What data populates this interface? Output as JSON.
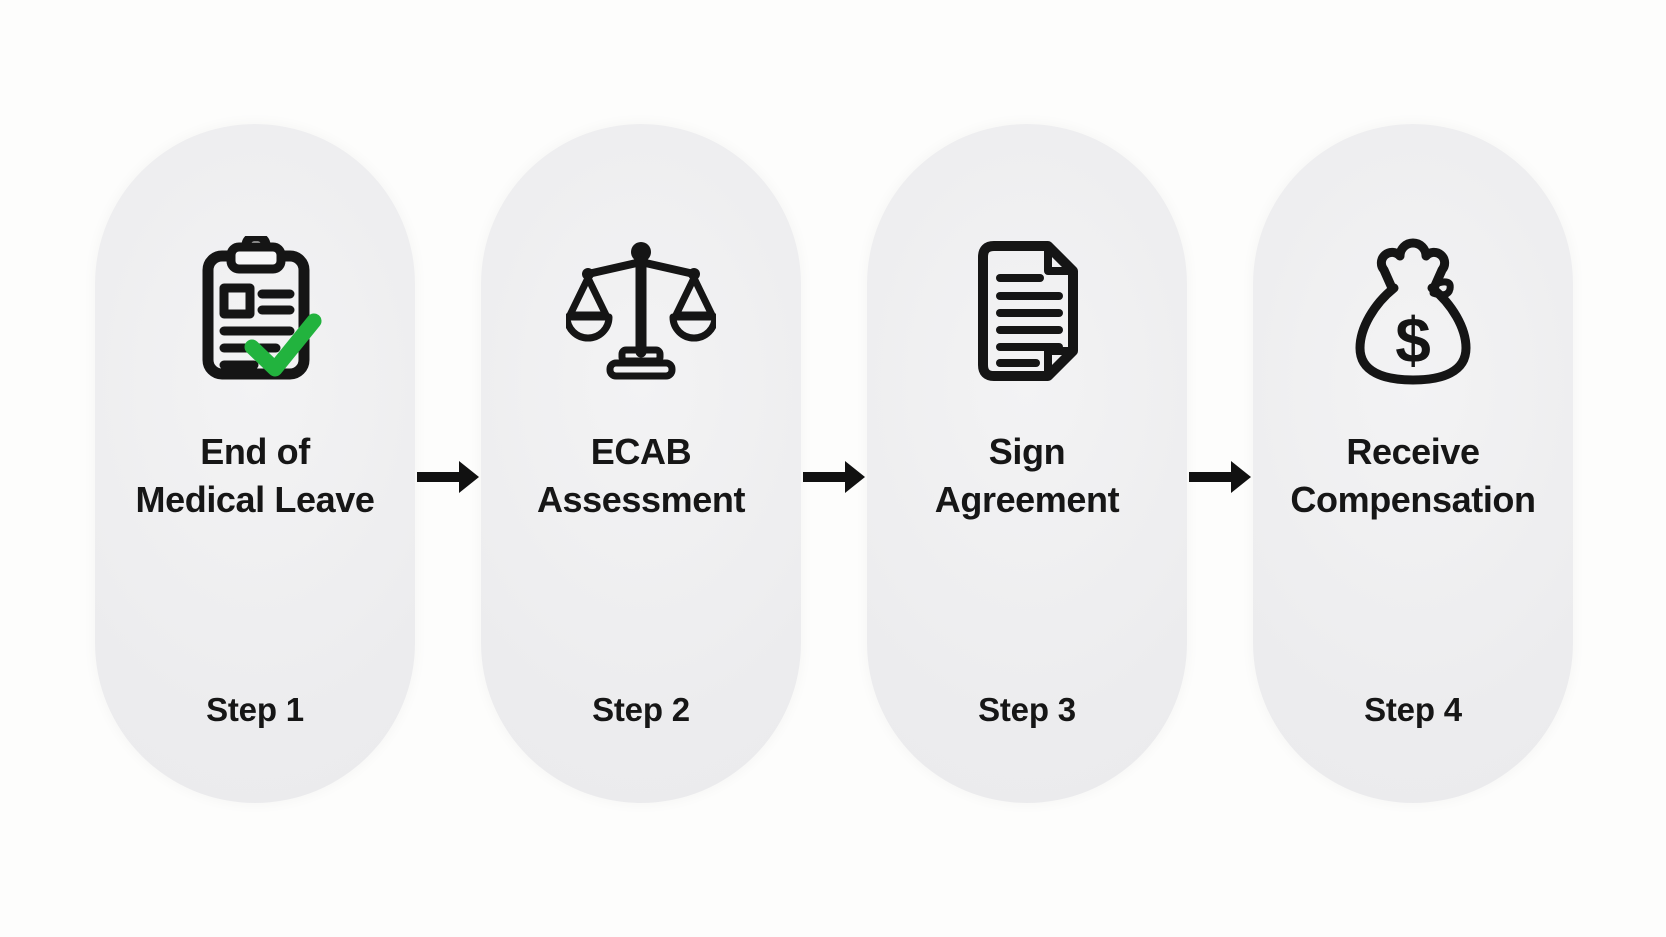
{
  "diagram_title": "",
  "colors": {
    "bg": "#fdfdfc",
    "pill_fill": "#ececee",
    "pill_fill_light": "#f3f3f4",
    "icon_stroke": "#151515",
    "check_green": "#22b33e",
    "text": "#161616",
    "arrow": "#111111"
  },
  "steps": [
    {
      "icon": "clipboard-check-icon",
      "title_line1": "End of",
      "title_line2": "Medical Leave",
      "step_label": "Step 1"
    },
    {
      "icon": "scales-icon",
      "title_line1": "ECAB",
      "title_line2": "Assessment",
      "step_label": "Step 2"
    },
    {
      "icon": "document-icon",
      "title_line1": "Sign",
      "title_line2": "Agreement",
      "step_label": "Step 3"
    },
    {
      "icon": "money-bag-icon",
      "title_line1": "Receive",
      "title_line2": "Compensation",
      "step_label": "Step 4"
    }
  ],
  "arrows": [
    {
      "direction": "right"
    },
    {
      "direction": "right"
    },
    {
      "direction": "right"
    }
  ]
}
